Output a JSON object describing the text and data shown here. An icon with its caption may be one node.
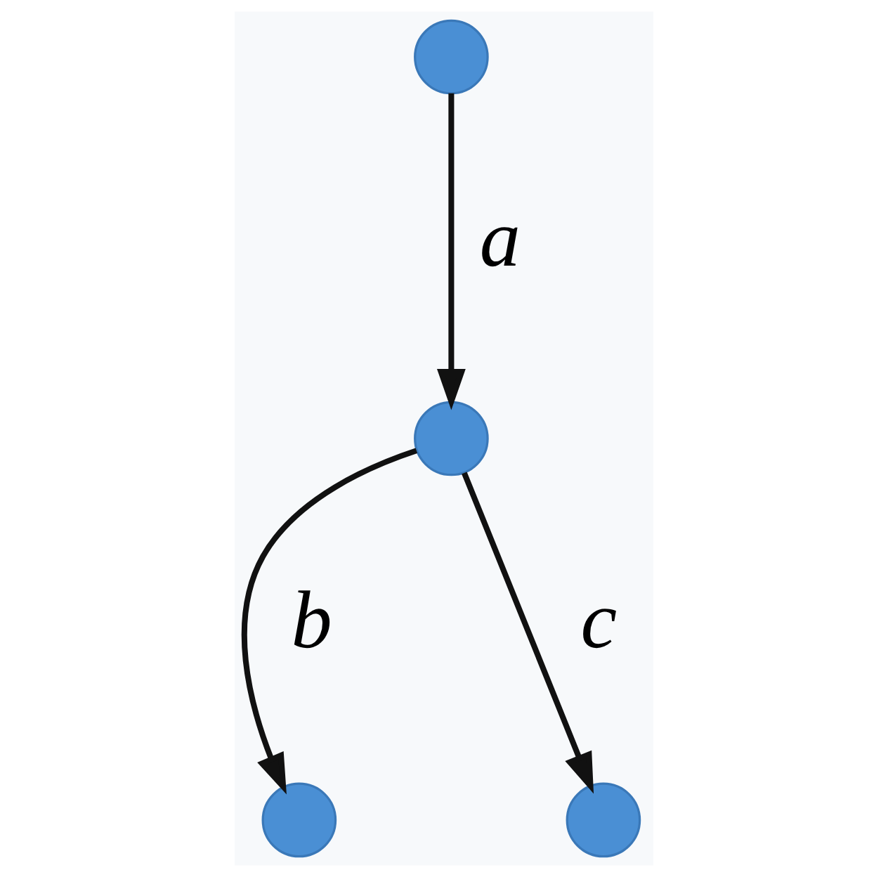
{
  "diagram": {
    "nodes": [
      {
        "text": [],
        "shape": "circle"
      },
      {
        "text": [],
        "shape": "circle"
      },
      {
        "text": [],
        "shape": "circle"
      },
      {
        "text": [],
        "shape": "circle"
      }
    ],
    "edges": [
      {
        "from": 0,
        "to": 1,
        "arrow": "to",
        "label": "a"
      },
      {
        "from": 1,
        "to": 2,
        "arrow": "to",
        "label": "b"
      },
      {
        "from": 1,
        "to": 3,
        "arrow": "to",
        "label": "c"
      }
    ]
  }
}
